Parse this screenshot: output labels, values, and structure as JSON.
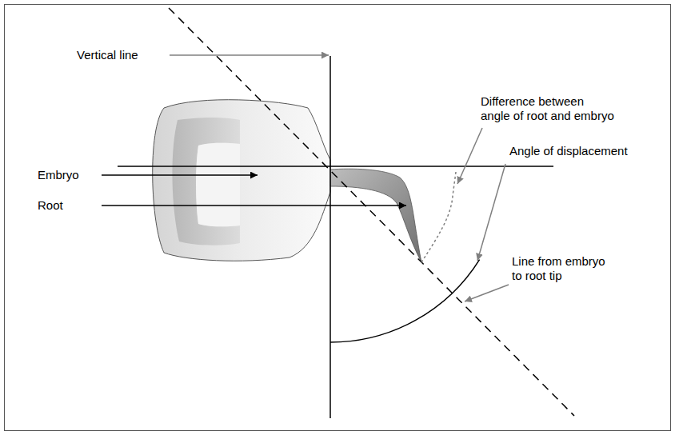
{
  "diagram": {
    "labels": [
      "Vertical line",
      "Embryo",
      "Root",
      "Difference between angle of root and embryo",
      "Angle of displacement",
      "Line from embryo to root tip"
    ]
  }
}
